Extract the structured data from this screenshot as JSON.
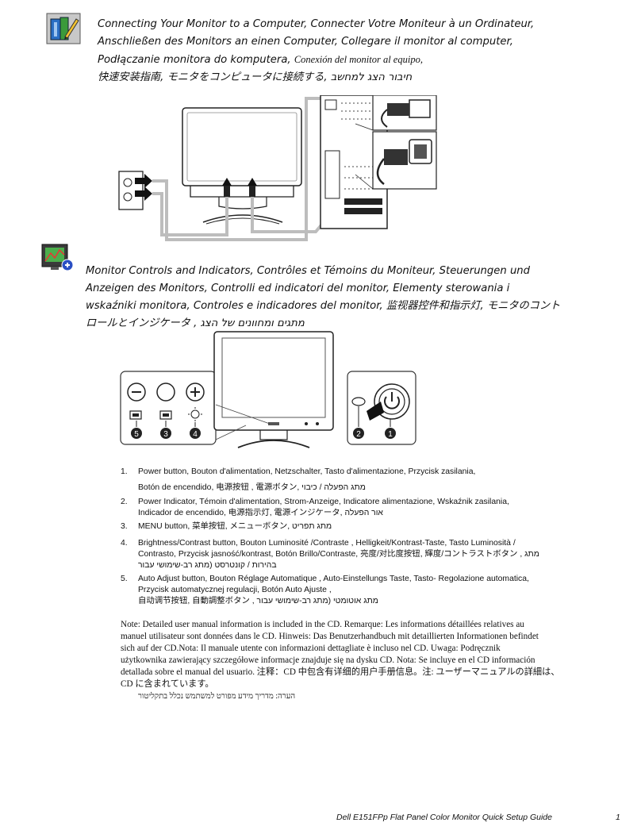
{
  "section1": {
    "icon": "book-pencil-icon",
    "lines": [
      "Connecting Your Monitor to a Computer, Connecter Votre Moniteur à un Ordinateur,",
      "Anschließen des Monitors an einen Computer, Collegare il monitor al  computer,",
      "Podłączanie monitora do komputera,",
      "Conexión del monitor al equipo,",
      "快速安装指南, モニタをコンピュータに接続する, חיבור הצג למחשב"
    ]
  },
  "section2": {
    "icon": "monitor-settings-icon",
    "lines": [
      "Monitor Controls and Indicators, Contrôles et Témoins du Moniteur, Steuerungen und",
      "Anzeigen des Monitors, Controlli ed indicatori del monitor, Elementy sterowania i",
      "wskaźniki monitora, Controles e indicadores del monitor, 监视器控件和指示灯, モニタのコント",
      "ロールとインジケータ , מתגים ומחוונים של הצג"
    ]
  },
  "controls_callouts": [
    "1",
    "2",
    "3",
    "4",
    "5"
  ],
  "items": [
    {
      "num": "1.",
      "lines": [
        "Power button, Bouton d'alimentation, Netzschalter, Tasto d'alimentazione, Przycisk zasilania,",
        "Botón de encendido,  电源按钮 , 電源ボタン, מתג הפעלה / כיבוי"
      ]
    },
    {
      "num": "2.",
      "lines": [
        "Power Indicator, Témoin d'alimentation, Strom-Anzeige, Indicatore alimentazione, Wskaźnik zasilania,",
        "Indicador de encendido,  电源指示灯, 電源インジケータ, אור הפעלה"
      ]
    },
    {
      "num": "3.",
      "lines": [
        "MENU button,  菜单按钮,  メニューボタン, מתג תפריט"
      ]
    },
    {
      "num": "4.",
      "lines": [
        "Brightness/Contrast button, Bouton Luminosité /Contraste , Helligkeit/Kontrast-Taste, Tasto Luminosità /",
        "Contrasto, Przycisk jasność/kontrast, Botón Brillo/Contraste,  亮度/对比度按钮,  輝度/コントラストボタン  ,  מתג",
        "בהירות / קונטרסט (מתג רב-שימושי עבור"
      ]
    },
    {
      "num": "5.",
      "lines": [
        "Auto Adjust button, Bouton Réglage Automatique , Auto-Einstellungs Taste, Tasto- Regolazione automatica,",
        "Przycisk automatycznej regulacji, Botón Auto Ajuste ,",
        "自动调节按钮,  自動調整ボタン , מתג אוטומטי (מתג רב-שימושי עבור"
      ]
    }
  ],
  "note": {
    "lines": [
      "Note: Detailed user manual information is included in the CD. Remarque: Les informations détaillées relatives au",
      "manuel utilisateur sont données dans le CD. Hinweis: Das Benutzerhandbuch mit detaillierten Informationen befindet",
      "sich auf der CD.Nota: Il manuale utente con informazioni dettagliate è incluso nel CD. Uwaga: Podręcznik",
      "użytkownika zawierający szczegółowe informacje znajduje się na dysku CD. Nota: Se incluye en el CD información",
      "detallada sobre el manual del usuario. 注释：CD 中包含有详细的用户手册信息。注: ユーザーマニュアルの詳細は、",
      "CD に含まれています。",
      "הערה: מדריך מידע מפורט למשתמש נכלל בתקליטור"
    ]
  },
  "footer": {
    "title": "Dell E151FPp Flat Panel Color Monitor Quick Setup Guide",
    "page": "1"
  }
}
